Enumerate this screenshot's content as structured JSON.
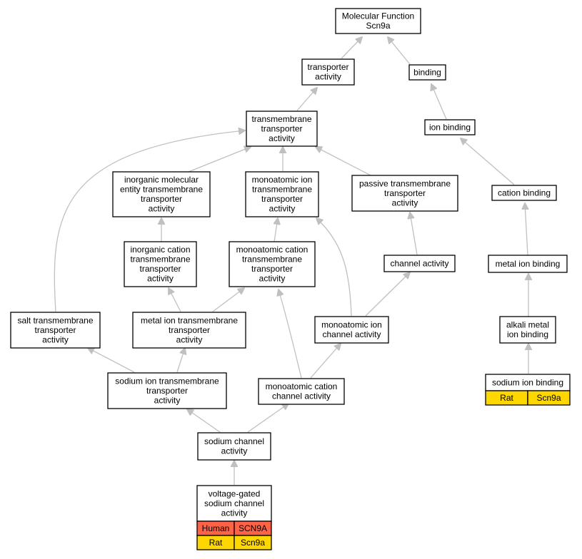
{
  "diagram": {
    "nodes": {
      "molecular_function": {
        "lines": [
          "Molecular Function",
          "Scn9a"
        ]
      },
      "transporter_activity": {
        "lines": [
          "transporter",
          "activity"
        ]
      },
      "binding": {
        "lines": [
          "binding"
        ]
      },
      "transmembrane_transporter_activity": {
        "lines": [
          "transmembrane",
          "transporter",
          "activity"
        ]
      },
      "ion_binding": {
        "lines": [
          "ion binding"
        ]
      },
      "inorganic_molecular_entity_tta": {
        "lines": [
          "inorganic molecular",
          "entity transmembrane",
          "transporter",
          "activity"
        ]
      },
      "monoatomic_ion_tta": {
        "lines": [
          "monoatomic ion",
          "transmembrane",
          "transporter",
          "activity"
        ]
      },
      "passive_tta": {
        "lines": [
          "passive transmembrane",
          "transporter",
          "activity"
        ]
      },
      "cation_binding": {
        "lines": [
          "cation binding"
        ]
      },
      "inorganic_cation_tta": {
        "lines": [
          "inorganic cation",
          "transmembrane",
          "transporter",
          "activity"
        ]
      },
      "monoatomic_cation_tta": {
        "lines": [
          "monoatomic cation",
          "transmembrane",
          "transporter",
          "activity"
        ]
      },
      "channel_activity": {
        "lines": [
          "channel activity"
        ]
      },
      "metal_ion_binding": {
        "lines": [
          "metal ion binding"
        ]
      },
      "salt_tta": {
        "lines": [
          "salt transmembrane",
          "transporter",
          "activity"
        ]
      },
      "metal_ion_tta": {
        "lines": [
          "metal ion transmembrane",
          "transporter",
          "activity"
        ]
      },
      "monoatomic_ion_channel_activity": {
        "lines": [
          "monoatomic ion",
          "channel activity"
        ]
      },
      "alkali_metal_ion_binding": {
        "lines": [
          "alkali metal",
          "ion binding"
        ]
      },
      "sodium_ion_tta": {
        "lines": [
          "sodium ion transmembrane",
          "transporter",
          "activity"
        ]
      },
      "monoatomic_cation_channel_activity": {
        "lines": [
          "monoatomic cation",
          "channel activity"
        ]
      },
      "sodium_ion_binding": {
        "lines": [
          "sodium ion binding"
        ],
        "rows": [
          {
            "species": "Rat",
            "gene": "Scn9a",
            "color": "#ffd700"
          }
        ]
      },
      "sodium_channel_activity": {
        "lines": [
          "sodium channel",
          "activity"
        ]
      },
      "voltage_gated_sodium_channel_activity": {
        "lines": [
          "voltage-gated",
          "sodium channel",
          "activity"
        ],
        "rows": [
          {
            "species": "Human",
            "gene": "SCN9A",
            "color": "#ff6347"
          },
          {
            "species": "Rat",
            "gene": "Scn9a",
            "color": "#ffd700"
          }
        ]
      }
    },
    "colors": {
      "edge": "#c0c0c0",
      "border": "#000000",
      "human": "#ff6347",
      "rat": "#ffd700"
    }
  }
}
